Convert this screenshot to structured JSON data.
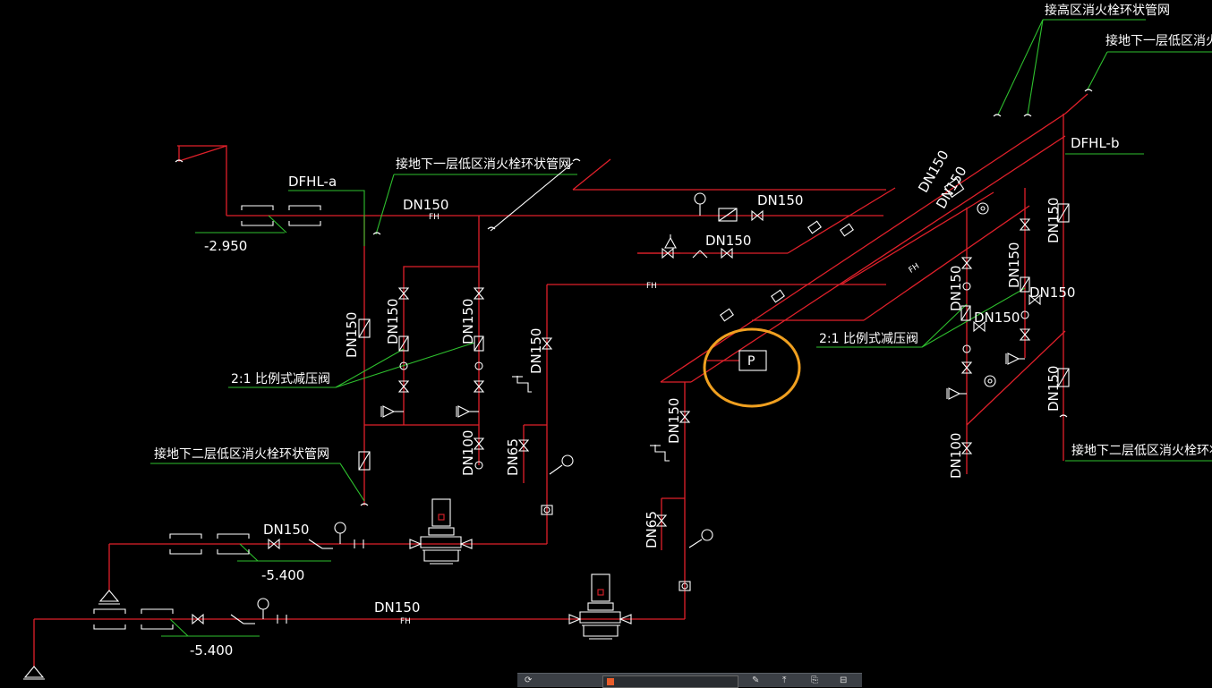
{
  "labels": {
    "dn150": "DN150",
    "dn100": "DN100",
    "dn65": "DN65",
    "fh": "FH",
    "p_box": "P",
    "dfhl_a": "DFHL-a",
    "dfhl_b": "DFHL-b",
    "elev_top": "-2.950",
    "elev_mid": "-5.400",
    "elev_bot": "-5.400",
    "note_b1_loop": "接地下一层低区消火栓环状管网",
    "note_prv": "2:1 比例式减压阀",
    "note_b2_loop": "接地下二层低区消火栓环状管网",
    "note_high_loop": "接高区消火栓环状管网"
  },
  "colors": {
    "background": "#000000",
    "pipe": "#e0202a",
    "leader": "#2ec02e",
    "symbol": "#ffffff",
    "highlight": "#f0a020"
  },
  "toolbar": {
    "icon1": "⟳",
    "cmd_hint": "",
    "icons": [
      "✎",
      "⤒",
      "⎘",
      "⊟"
    ]
  }
}
